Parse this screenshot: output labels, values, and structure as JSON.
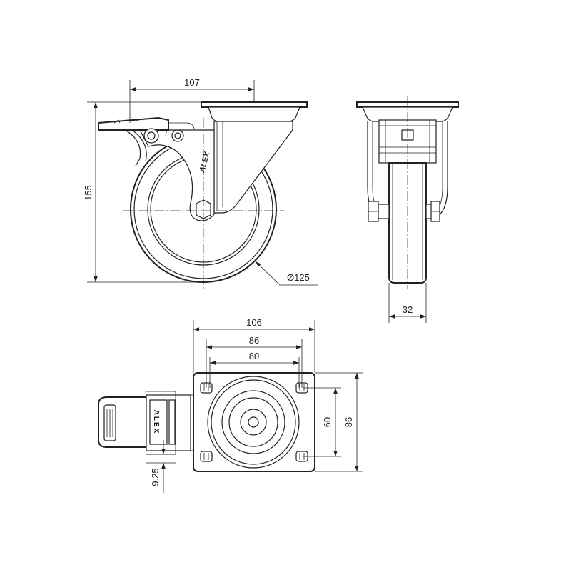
{
  "dimensions": {
    "side_width": "107",
    "side_height": "155",
    "wheel_diameter": "Ø125",
    "front_width": "32",
    "plate_width": "106",
    "hole_outer": "86",
    "hole_inner": "80",
    "hole_vertical_inner": "60",
    "hole_vertical_outer": "86",
    "brake_offset": "9.25"
  },
  "labels": {
    "brand_side": "ALEX",
    "brand_top": "ALEX"
  }
}
